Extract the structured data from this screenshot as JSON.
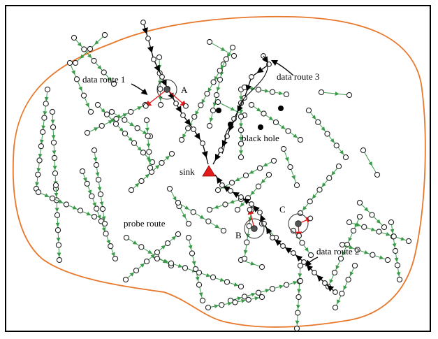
{
  "labels": {
    "data_route_1": "data route 1",
    "data_route_2": "data route 2",
    "data_route_3": "data route 3",
    "black_hole": "black hole",
    "sink": "sink",
    "probe_route": "probe route",
    "node_a": "A",
    "node_b": "B",
    "node_c": "C"
  },
  "colors": {
    "region_boundary": "#e8782c",
    "probe_route": "#3a9a4a",
    "data_route": "#000000",
    "sink": "#e31b1b",
    "detour_arrow": "#e31b1b"
  }
}
